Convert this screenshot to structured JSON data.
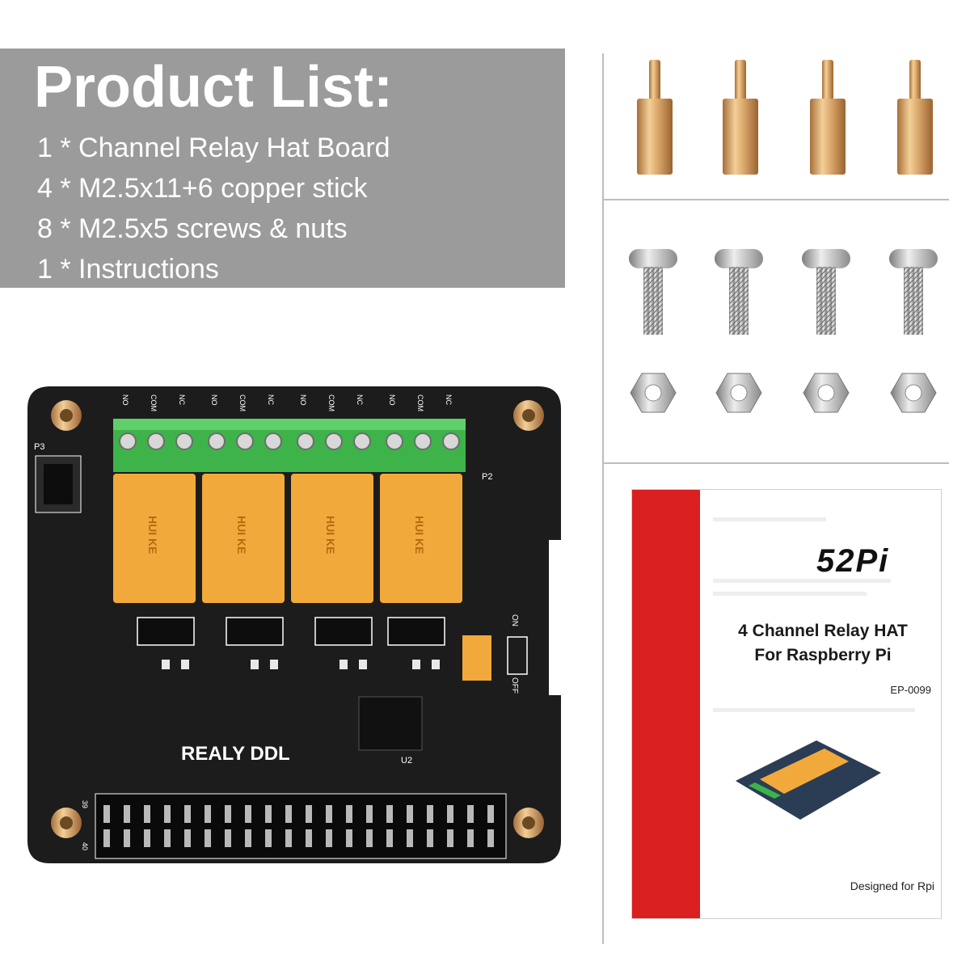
{
  "product_list": {
    "title": "Product List:",
    "items": [
      "1 * Channel Relay Hat Board",
      "4 * M2.5x11+6 copper stick",
      "8 * M2.5x5 screws & nuts",
      "1 * Instructions"
    ]
  },
  "board": {
    "silkscreen_name": "REALY DDL",
    "terminal_labels": [
      "NO",
      "COM",
      "NC",
      "NO",
      "COM",
      "NC",
      "NO",
      "COM",
      "NC",
      "NO",
      "COM",
      "NC"
    ],
    "relay_text": [
      "HUI KE",
      "HUI KE",
      "HUI KE",
      "HUI KE"
    ],
    "header_p3": "P3",
    "header_p2": "P2",
    "ic_label": "U2",
    "switch_on": "ON",
    "switch_off": "OFF",
    "pin_label_top": "39",
    "pin_label_bottom": "40"
  },
  "instructions_booklet": {
    "brand": "52Pi",
    "title_line1": "4 Channel Relay HAT",
    "title_line2": "For Raspberry Pi",
    "code": "EP-0099",
    "footer": "Designed for Rpi"
  },
  "colors": {
    "panel_gray": "#9b9b9b",
    "board_black": "#1c1c1c",
    "terminal_green": "#3db34a",
    "relay_orange": "#f2a93b",
    "brass": "#d9a66a",
    "booklet_red": "#d91f1f"
  }
}
